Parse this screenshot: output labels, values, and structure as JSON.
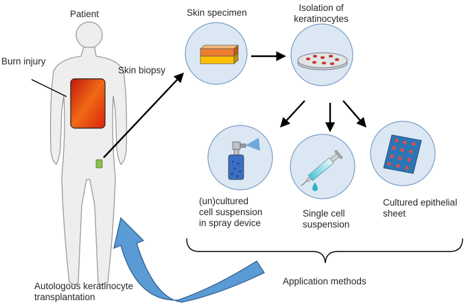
{
  "labels": {
    "patient": "Patient",
    "burn_injury": "Burn injury",
    "skin_biopsy": "Skin biopsy",
    "skin_specimen": "Skin specimen",
    "isolation_line1": "Isolation of",
    "isolation_line2": "keratinocytes",
    "spray_line1": "(un)cultured",
    "spray_line2": "cell suspension",
    "spray_line3": "in spray device",
    "single_line1": "Single cell",
    "single_line2": "suspension",
    "sheet_line1": "Cultured epithelial",
    "sheet_line2": "sheet",
    "application_methods": "Application methods",
    "autologous_line1": "Autologous keratinocyte",
    "autologous_line2": "transplantation"
  },
  "colors": {
    "circle_fill": "#dbe8f4",
    "circle_stroke": "#7a9cc4",
    "body_fill": "#eeeeee",
    "body_stroke": "#9a9a9a",
    "big_arrow": "#5b9bd5",
    "biopsy_green": "#8cc152",
    "cell_red": "#c0392b",
    "sheet_blue": "#2e75b6"
  }
}
